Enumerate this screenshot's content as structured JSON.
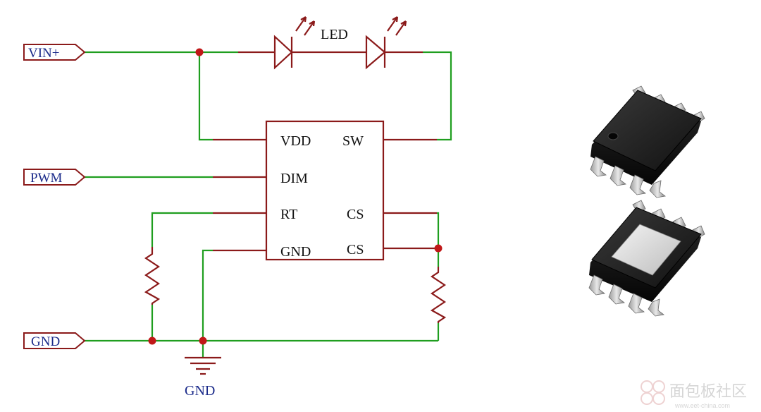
{
  "ports": {
    "vin": "VIN+",
    "pwm": "PWM",
    "gnd": "GND"
  },
  "led_label": "LED",
  "ic_pins": {
    "vdd": "VDD",
    "sw": "SW",
    "dim": "DIM",
    "rt": "RT",
    "cs1": "CS",
    "gnd": "GND",
    "cs2": "CS"
  },
  "ground_label": "GND",
  "watermark": {
    "text": "面包板社区",
    "url": "www.eet-china.com"
  },
  "colors": {
    "wire_green": "#1f9e1f",
    "component_red": "#8b1a1a",
    "label_blue": "#1a2a8a",
    "junction_red": "#c01818"
  }
}
